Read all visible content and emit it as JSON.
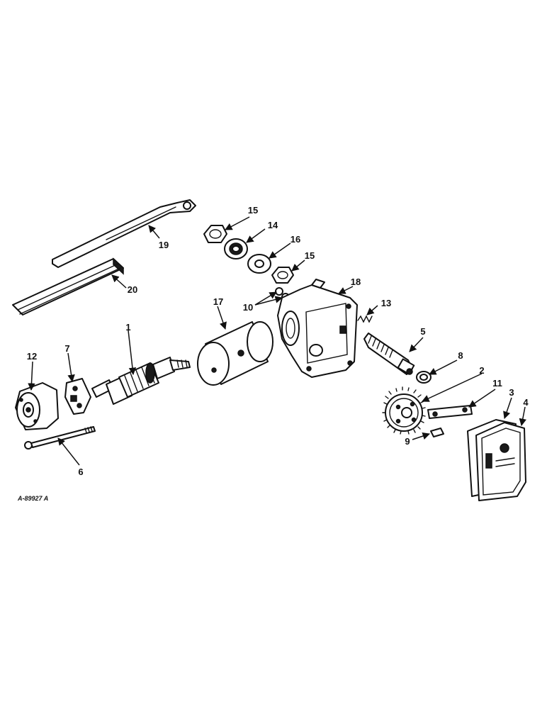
{
  "figure_code": "A-89927 A",
  "callouts": [
    {
      "id": "c1",
      "label": "1"
    },
    {
      "id": "c2",
      "label": "2"
    },
    {
      "id": "c3",
      "label": "3"
    },
    {
      "id": "c4",
      "label": "4"
    },
    {
      "id": "c5",
      "label": "5"
    },
    {
      "id": "c6",
      "label": "6"
    },
    {
      "id": "c7",
      "label": "7"
    },
    {
      "id": "c8",
      "label": "8"
    },
    {
      "id": "c9",
      "label": "9"
    },
    {
      "id": "c10",
      "label": "10"
    },
    {
      "id": "c11",
      "label": "11"
    },
    {
      "id": "c12",
      "label": "12"
    },
    {
      "id": "c13",
      "label": "13"
    },
    {
      "id": "c14",
      "label": "14"
    },
    {
      "id": "c15a",
      "label": "15"
    },
    {
      "id": "c15b",
      "label": "15"
    },
    {
      "id": "c16",
      "label": "16"
    },
    {
      "id": "c17",
      "label": "17"
    },
    {
      "id": "c18",
      "label": "18"
    },
    {
      "id": "c19",
      "label": "19"
    },
    {
      "id": "c20",
      "label": "20"
    }
  ]
}
